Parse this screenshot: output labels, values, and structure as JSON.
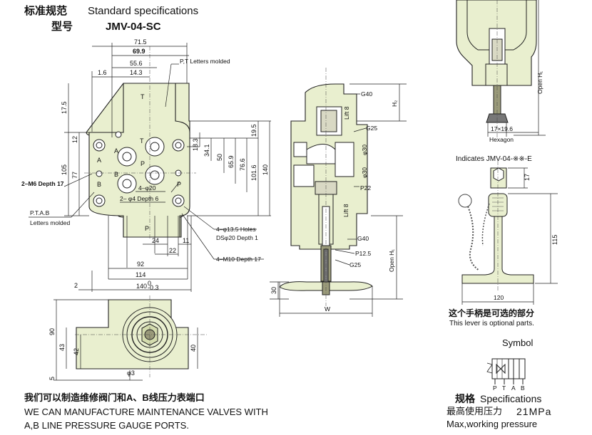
{
  "header": {
    "cn_title": "标准规范",
    "en_title": "Standard specifications",
    "cn_model_label": "型号",
    "model": "JMV-04-SC"
  },
  "front_view": {
    "top_dims": [
      "71.5",
      "69.9",
      "55.6",
      "14.3",
      "1.6"
    ],
    "left_dims": [
      "17.5",
      "12",
      "105",
      "77"
    ],
    "right_dims": [
      "19.5",
      "18.3",
      "34.1",
      "50",
      "65.9",
      "76.6",
      "101.6",
      "140"
    ],
    "bottom_dims": [
      "24",
      "22",
      "11",
      "92",
      "114",
      "140",
      "2"
    ],
    "ports": [
      "T",
      "A",
      "P",
      "B",
      "P",
      "P"
    ],
    "callouts": {
      "pt_molded": "P,T Letters molded",
      "m6": "2–M6 Depth 17",
      "ptab_line1": "P.T.A.B",
      "ptab_line2": "Letters molded",
      "phi20": "4–φ20",
      "phi4": "2– φ4 Depth 6",
      "holes": "4–φ13.5 Holes",
      "ds20": "DSφ20 Depth 1",
      "m10": "4–M10 Depth 17",
      "tol": "0",
      "tol2": "-0.3"
    }
  },
  "side_view": {
    "labels": [
      "G40",
      "Lift 8",
      "G25",
      "φ30",
      "φ30",
      "P22",
      "Lift 8",
      "G40",
      "P12.5",
      "G25",
      "30",
      "W"
    ],
    "h2": "H₂",
    "h1": "Open H₁"
  },
  "bottom_view": {
    "dims": [
      "90",
      "43",
      "42",
      "40",
      "5",
      "φ3"
    ]
  },
  "top_right": {
    "open_h1": "Open H₁",
    "hex": "17×19.6",
    "hexagon": "Hexagon"
  },
  "lever": {
    "indicates": "Indicates JMV-04-※※-E",
    "dim_17": "17",
    "dim_115": "115",
    "dim_120": "120",
    "cn_note": "这个手柄是可选的部分",
    "en_note": "This lever is optional parts."
  },
  "symbol": {
    "title": "Symbol",
    "ports": [
      "P",
      "T",
      "A",
      "B"
    ]
  },
  "specs": {
    "cn_heading": "规格",
    "en_heading": "Specifications",
    "cn_pressure": "最高使用压力",
    "pressure_value": "21MPa",
    "en_pressure": "Max,working pressure"
  },
  "footer": {
    "cn_note": "我们可以制造维修阀门和A、B线压力表端口",
    "en_line1": "WE CAN MANUFACTURE MAINTENANCE VALVES WITH",
    "en_line2": "A,B LINE PRESSURE GAUGE PORTS."
  }
}
